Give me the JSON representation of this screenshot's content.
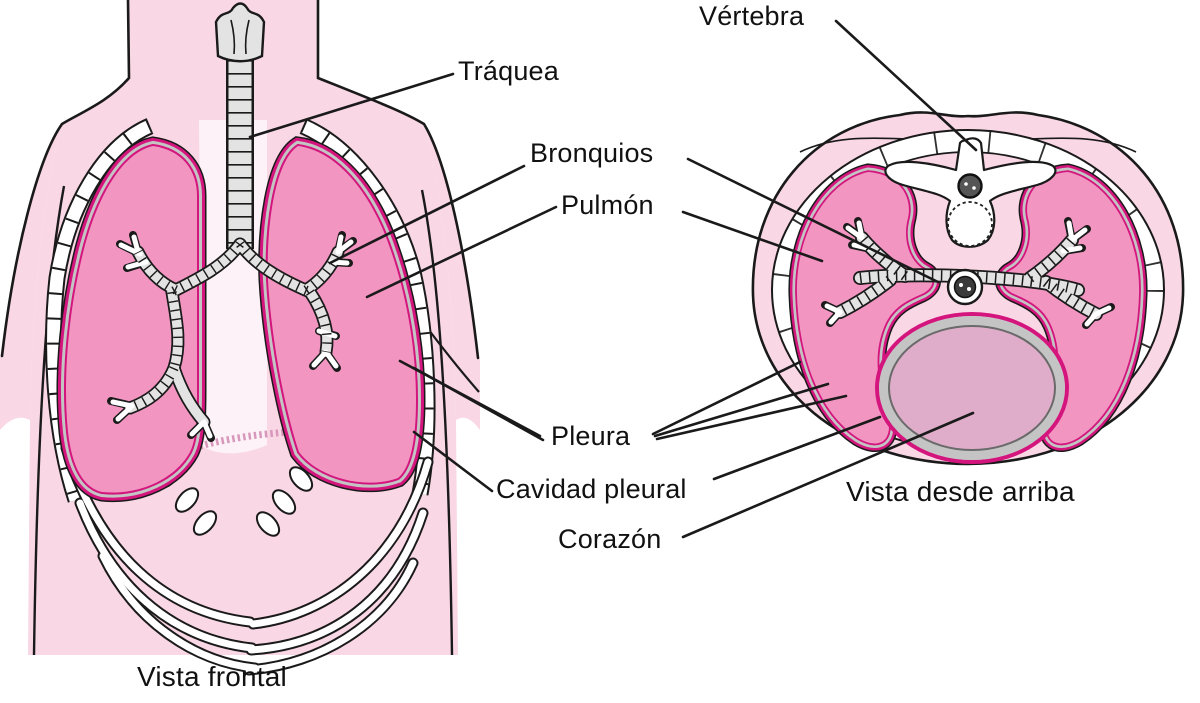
{
  "figure": {
    "type": "anatomical-diagram",
    "language": "es",
    "labels": {
      "traquea": "Tráquea",
      "bronquios": "Bronquios",
      "pulmon": "Pulmón",
      "pleura": "Pleura",
      "cavidad_pleural": "Cavidad pleural",
      "corazon": "Corazón",
      "vertebra": "Vértebra"
    },
    "captions": {
      "frontal": "Vista frontal",
      "arriba": "Vista desde arriba"
    },
    "colors": {
      "body_pink": "#f9d7e5",
      "mediastinum_light": "#fdf2f8",
      "lung_pink": "#f295c1",
      "pleura_magenta": "#d3157d",
      "pleura_gray": "#c4c4c4",
      "heart_mauve": "#dfadc9",
      "cartilage_gray": "#e3e3e3",
      "outline": "#1a1a1a"
    }
  }
}
